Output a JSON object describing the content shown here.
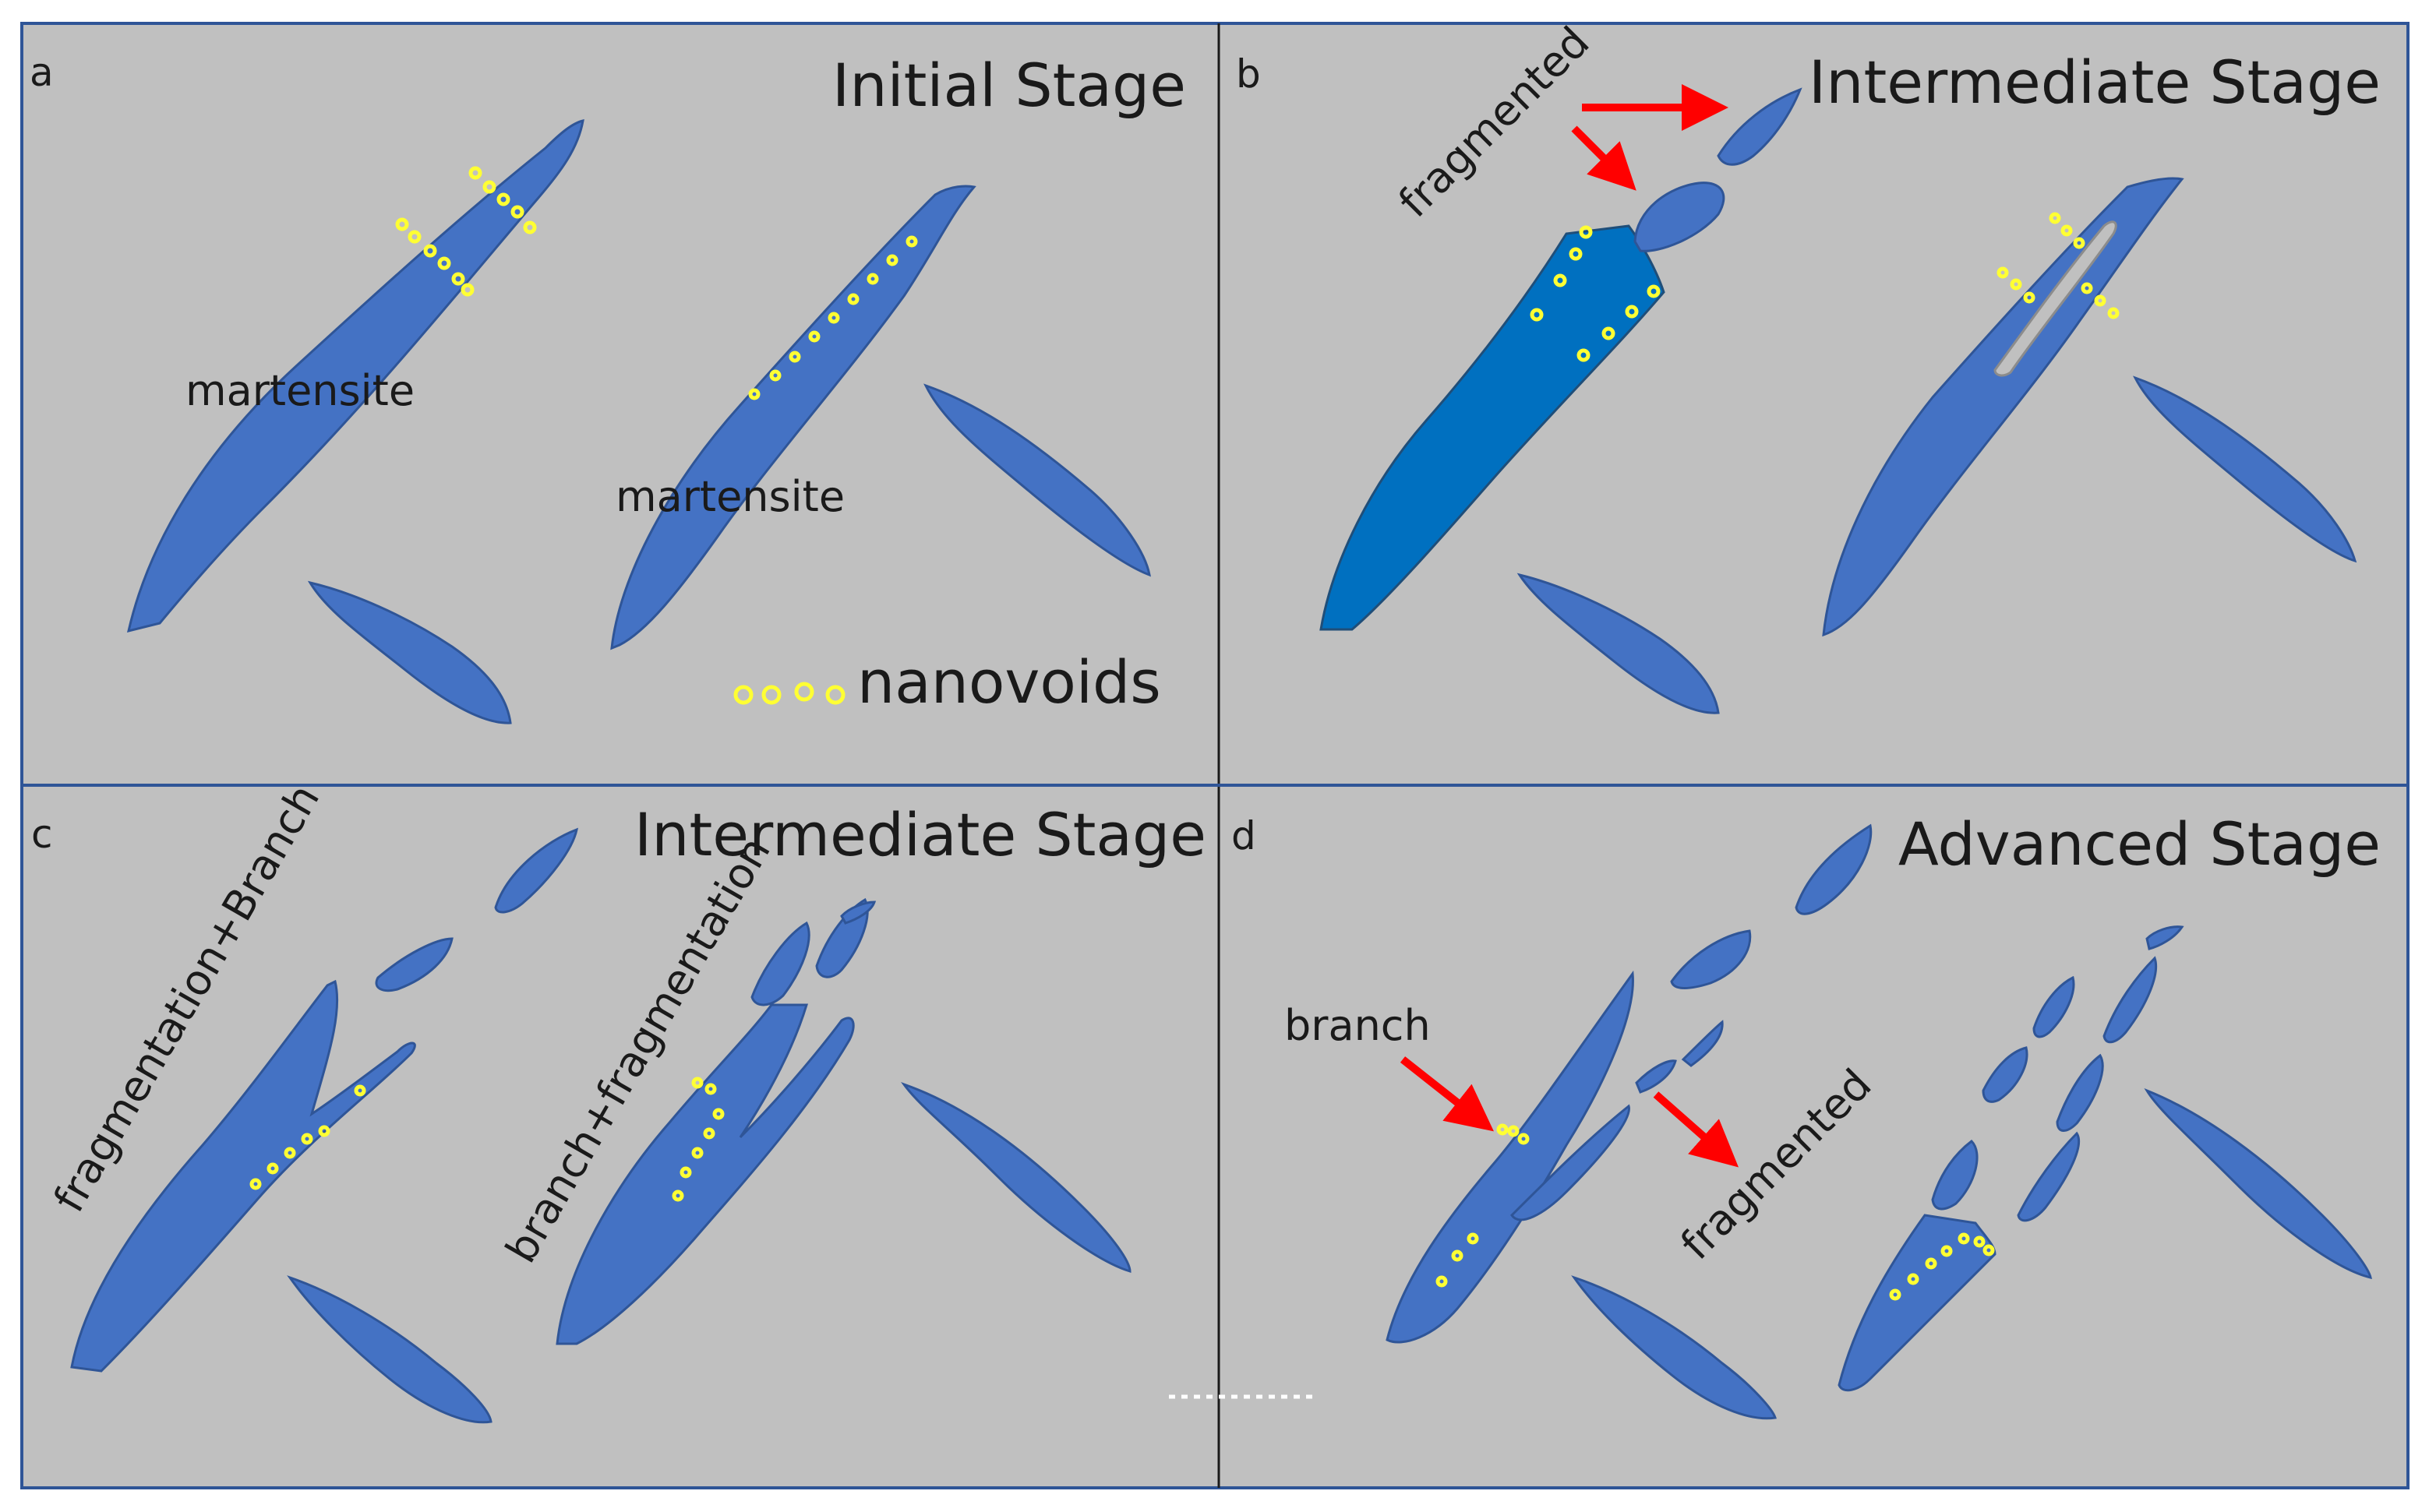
{
  "colors": {
    "panel_background": "#c0c0c0",
    "martensite": "#4472c4",
    "martensite_highlight": "#0070c0",
    "nanovoid": "#ffff33",
    "arrow": "#ff0000",
    "border": "#2f5597"
  },
  "panels": {
    "a": {
      "letter": "a",
      "stage": "Initial Stage",
      "label1": "martensite",
      "label2": "martensite",
      "legend": "nanovoids"
    },
    "b": {
      "letter": "b",
      "stage": "Intermediate Stage",
      "label": "fragmented"
    },
    "c": {
      "letter": "c",
      "stage": "Intermediate Stage",
      "label1": "fragmentation+Branch",
      "label2": "branch+fragmentation"
    },
    "d": {
      "letter": "d",
      "stage": "Advanced Stage",
      "label1": "branch",
      "label2": "fragmented"
    }
  }
}
